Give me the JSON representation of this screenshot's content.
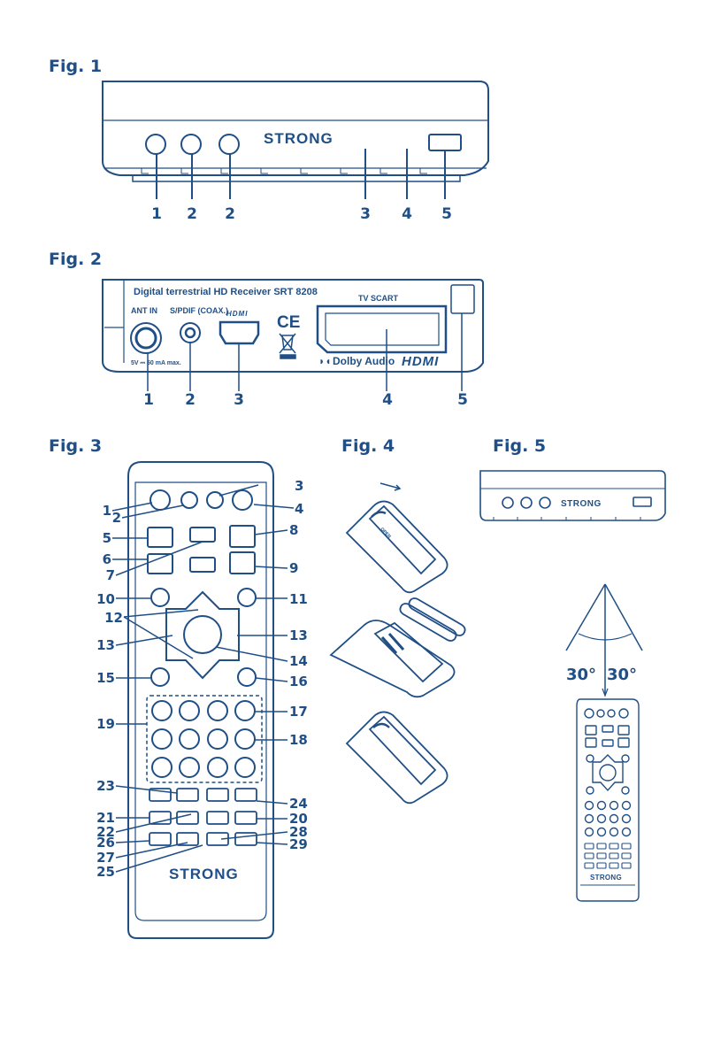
{
  "figures": [
    {
      "id": "fig1",
      "title": "Fig. 1"
    },
    {
      "id": "fig2",
      "title": "Fig. 2"
    },
    {
      "id": "fig3",
      "title": "Fig. 3"
    },
    {
      "id": "fig4",
      "title": "Fig. 4"
    },
    {
      "id": "fig5",
      "title": "Fig. 5"
    }
  ],
  "brand": "STRONG",
  "fig1_callouts": [
    "1",
    "2",
    "2",
    "3",
    "4",
    "5"
  ],
  "fig2": {
    "model_label": "Digital terrestrial HD Receiver SRT 8208",
    "tv_scart_label": "TV SCART",
    "ant_in_label": "ANT IN",
    "spdif_label": "S/PDIF (COAX.)",
    "hdmi_port_label": "HDMI",
    "power_label": "5V ⎓ 50 mA max.",
    "ce_mark": "CE",
    "dolby_label": "Dolby Audio",
    "hdmi_logo": "HDMI",
    "callouts": [
      "1",
      "2",
      "3",
      "4",
      "5"
    ]
  },
  "fig3_callouts": [
    "1",
    "2",
    "3",
    "4",
    "5",
    "6",
    "7",
    "8",
    "9",
    "10",
    "11",
    "12",
    "13",
    "13",
    "14",
    "15",
    "16",
    "17",
    "18",
    "19",
    "23",
    "24",
    "21",
    "20",
    "22",
    "28",
    "26",
    "29",
    "27",
    "25"
  ],
  "fig4_battery_label": "OPEN",
  "fig5_angles": [
    "30°",
    "30°"
  ],
  "colors": {
    "line": "#1f4f86",
    "fill": "#ffffff"
  }
}
